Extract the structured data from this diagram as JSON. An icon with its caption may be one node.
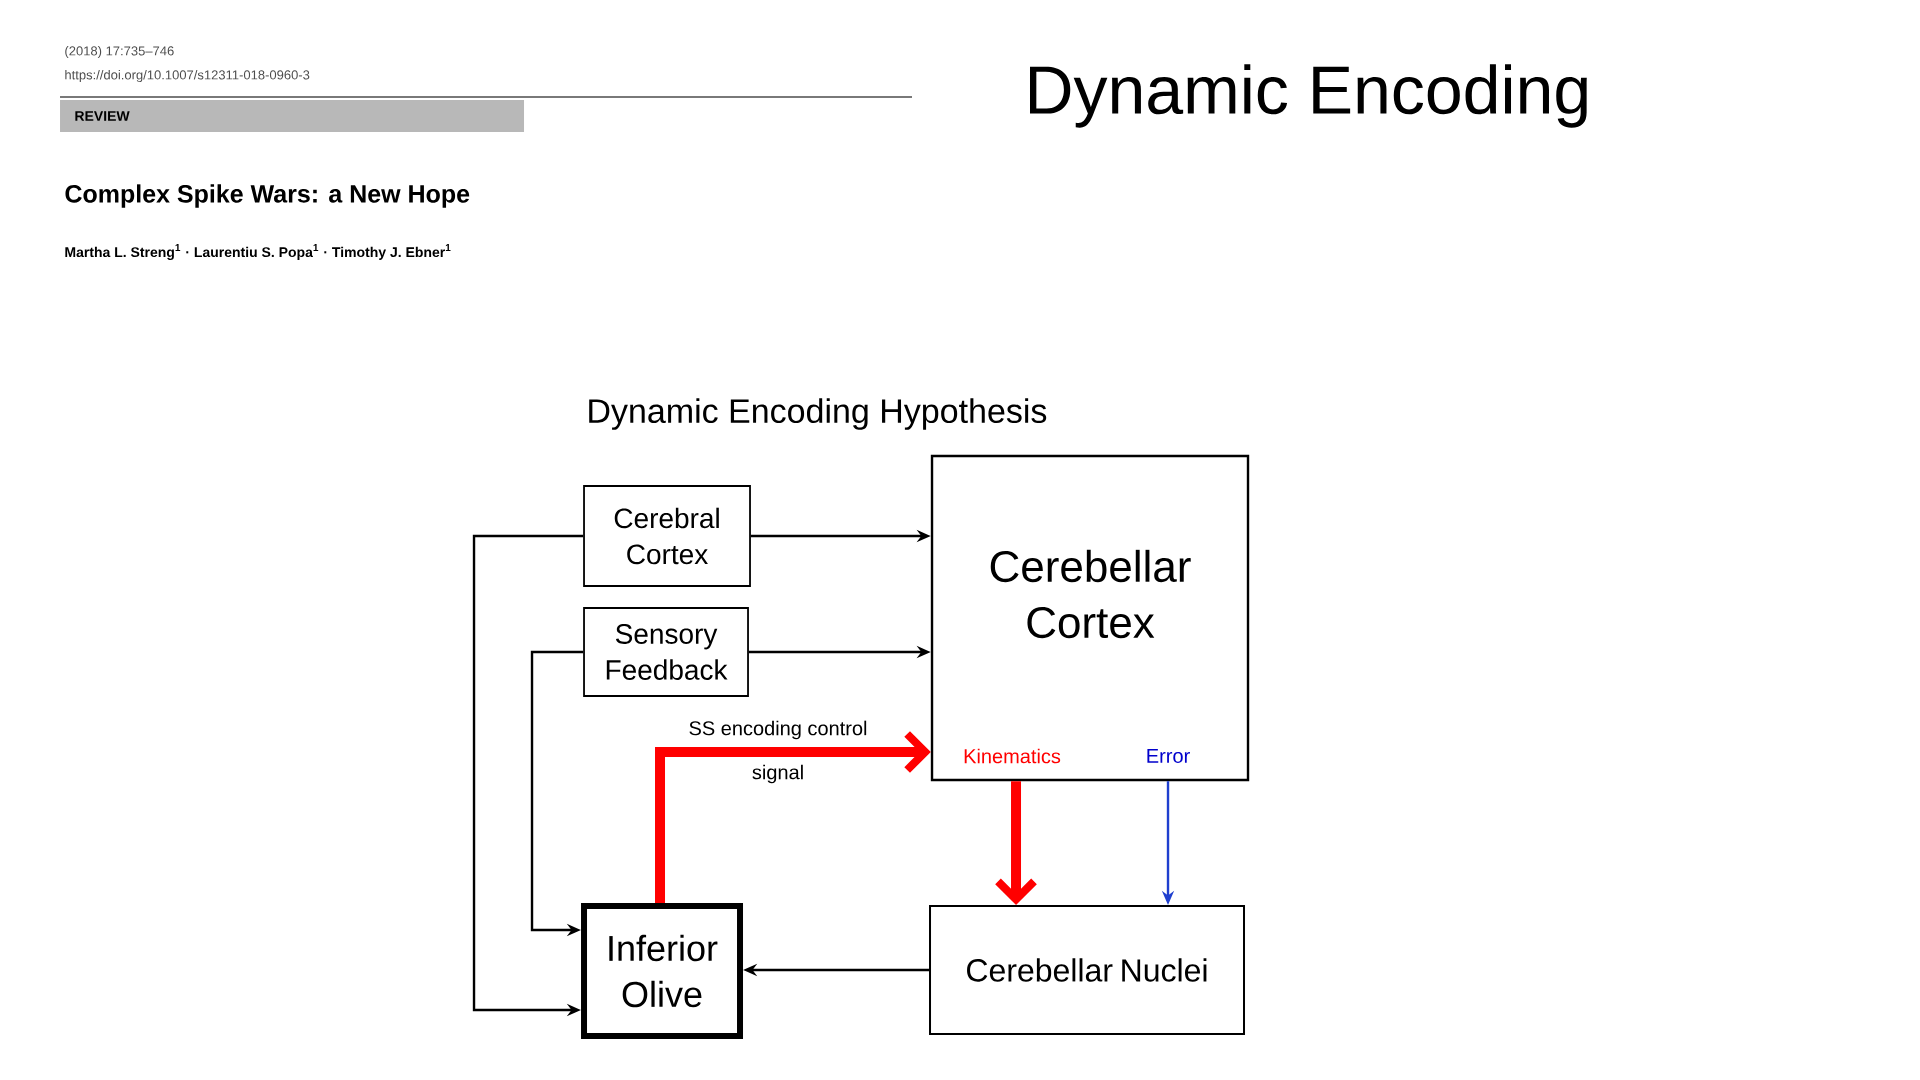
{
  "diagram": {
    "title": "Dynamic Encoding",
    "nodes": [
      {
        "text": [
          "Cerebral Cortex"
        ]
      },
      {
        "text": [
          "Sensory Feedback"
        ]
      },
      {
        "text": [
          "Cerebellar Cortex",
          "Kinematics",
          "Error"
        ]
      },
      {
        "text": [
          "Inferior Olive"
        ]
      },
      {
        "text": [
          "Cerebellar Nuclei"
        ]
      }
    ],
    "edges": [
      {
        "from": 0,
        "to": 2,
        "arrow": "to"
      },
      {
        "from": 1,
        "to": 2,
        "arrow": "to"
      },
      {
        "from": 0,
        "to": 3,
        "arrow": "to"
      },
      {
        "from": 1,
        "to": 3,
        "arrow": "to"
      },
      {
        "from": 3,
        "to": 2,
        "arrow": "to",
        "label": "SS encoding control signal",
        "style": "thick",
        "color": "#ff0000"
      },
      {
        "from": 2,
        "to": 4,
        "arrow": "to",
        "style": "thick",
        "color": "#ff0000"
      },
      {
        "from": 2,
        "to": 4,
        "arrow": "to",
        "color": "#1f3fcf"
      },
      {
        "from": 4,
        "to": 3,
        "arrow": "to"
      }
    ],
    "labels": [
      "(2018) 17:735–746",
      "https://doi.org/10.1007/s12311-018-0960-3",
      "REVIEW",
      "Complex Spike Wars: a New Hope",
      "Martha L. Streng$^{1}$ · Laurentiu S. Popa$^{1}$ · Timothy J. Ebner$^{1}$",
      "Dynamic Encoding Hypothesis"
    ]
  }
}
